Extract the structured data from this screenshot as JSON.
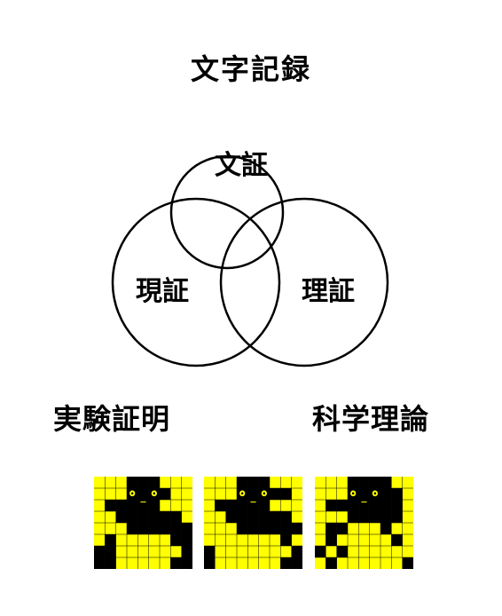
{
  "title": "文字記録",
  "venn": {
    "top": "文証",
    "left": "現証",
    "right": "理証"
  },
  "captions": {
    "left": "実験証明",
    "right": "科学理論"
  },
  "colors": {
    "yellow": "#ffff00",
    "black": "#000000"
  },
  "icons": [
    "yellow-black-pixel-figure-icon",
    "yellow-black-pixel-figure-icon",
    "yellow-black-pixel-figure-icon"
  ]
}
